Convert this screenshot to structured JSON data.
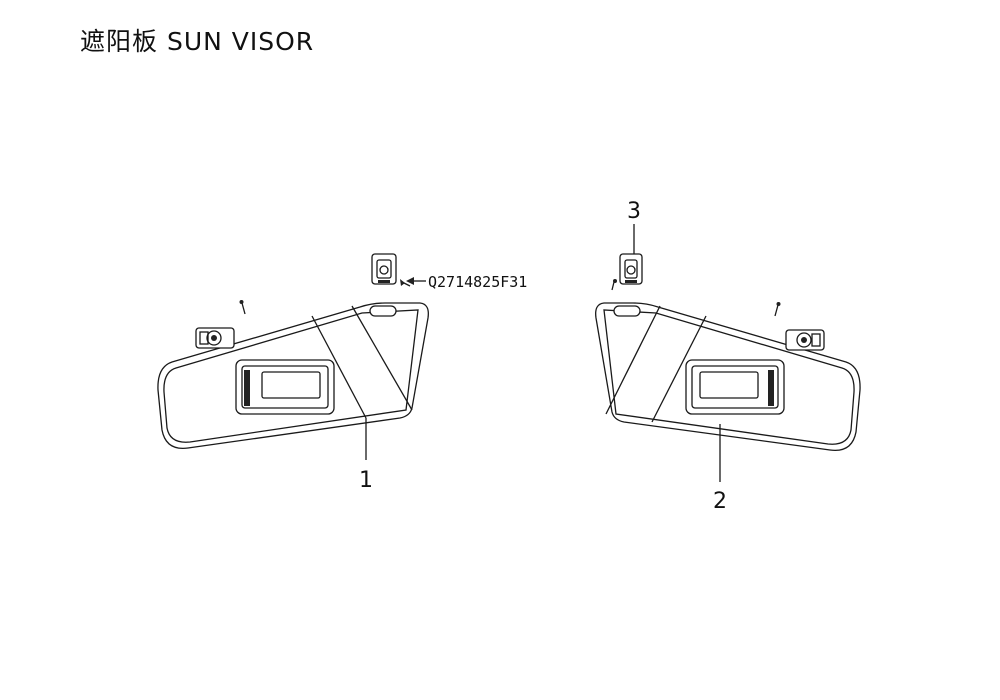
{
  "title": "遮阳板 SUN VISOR",
  "callouts": {
    "part1": "1",
    "part2": "2",
    "part3": "3"
  },
  "part_number": "Q2714825F31",
  "colors": {
    "line": "#1a1a1a",
    "background": "#ffffff"
  }
}
